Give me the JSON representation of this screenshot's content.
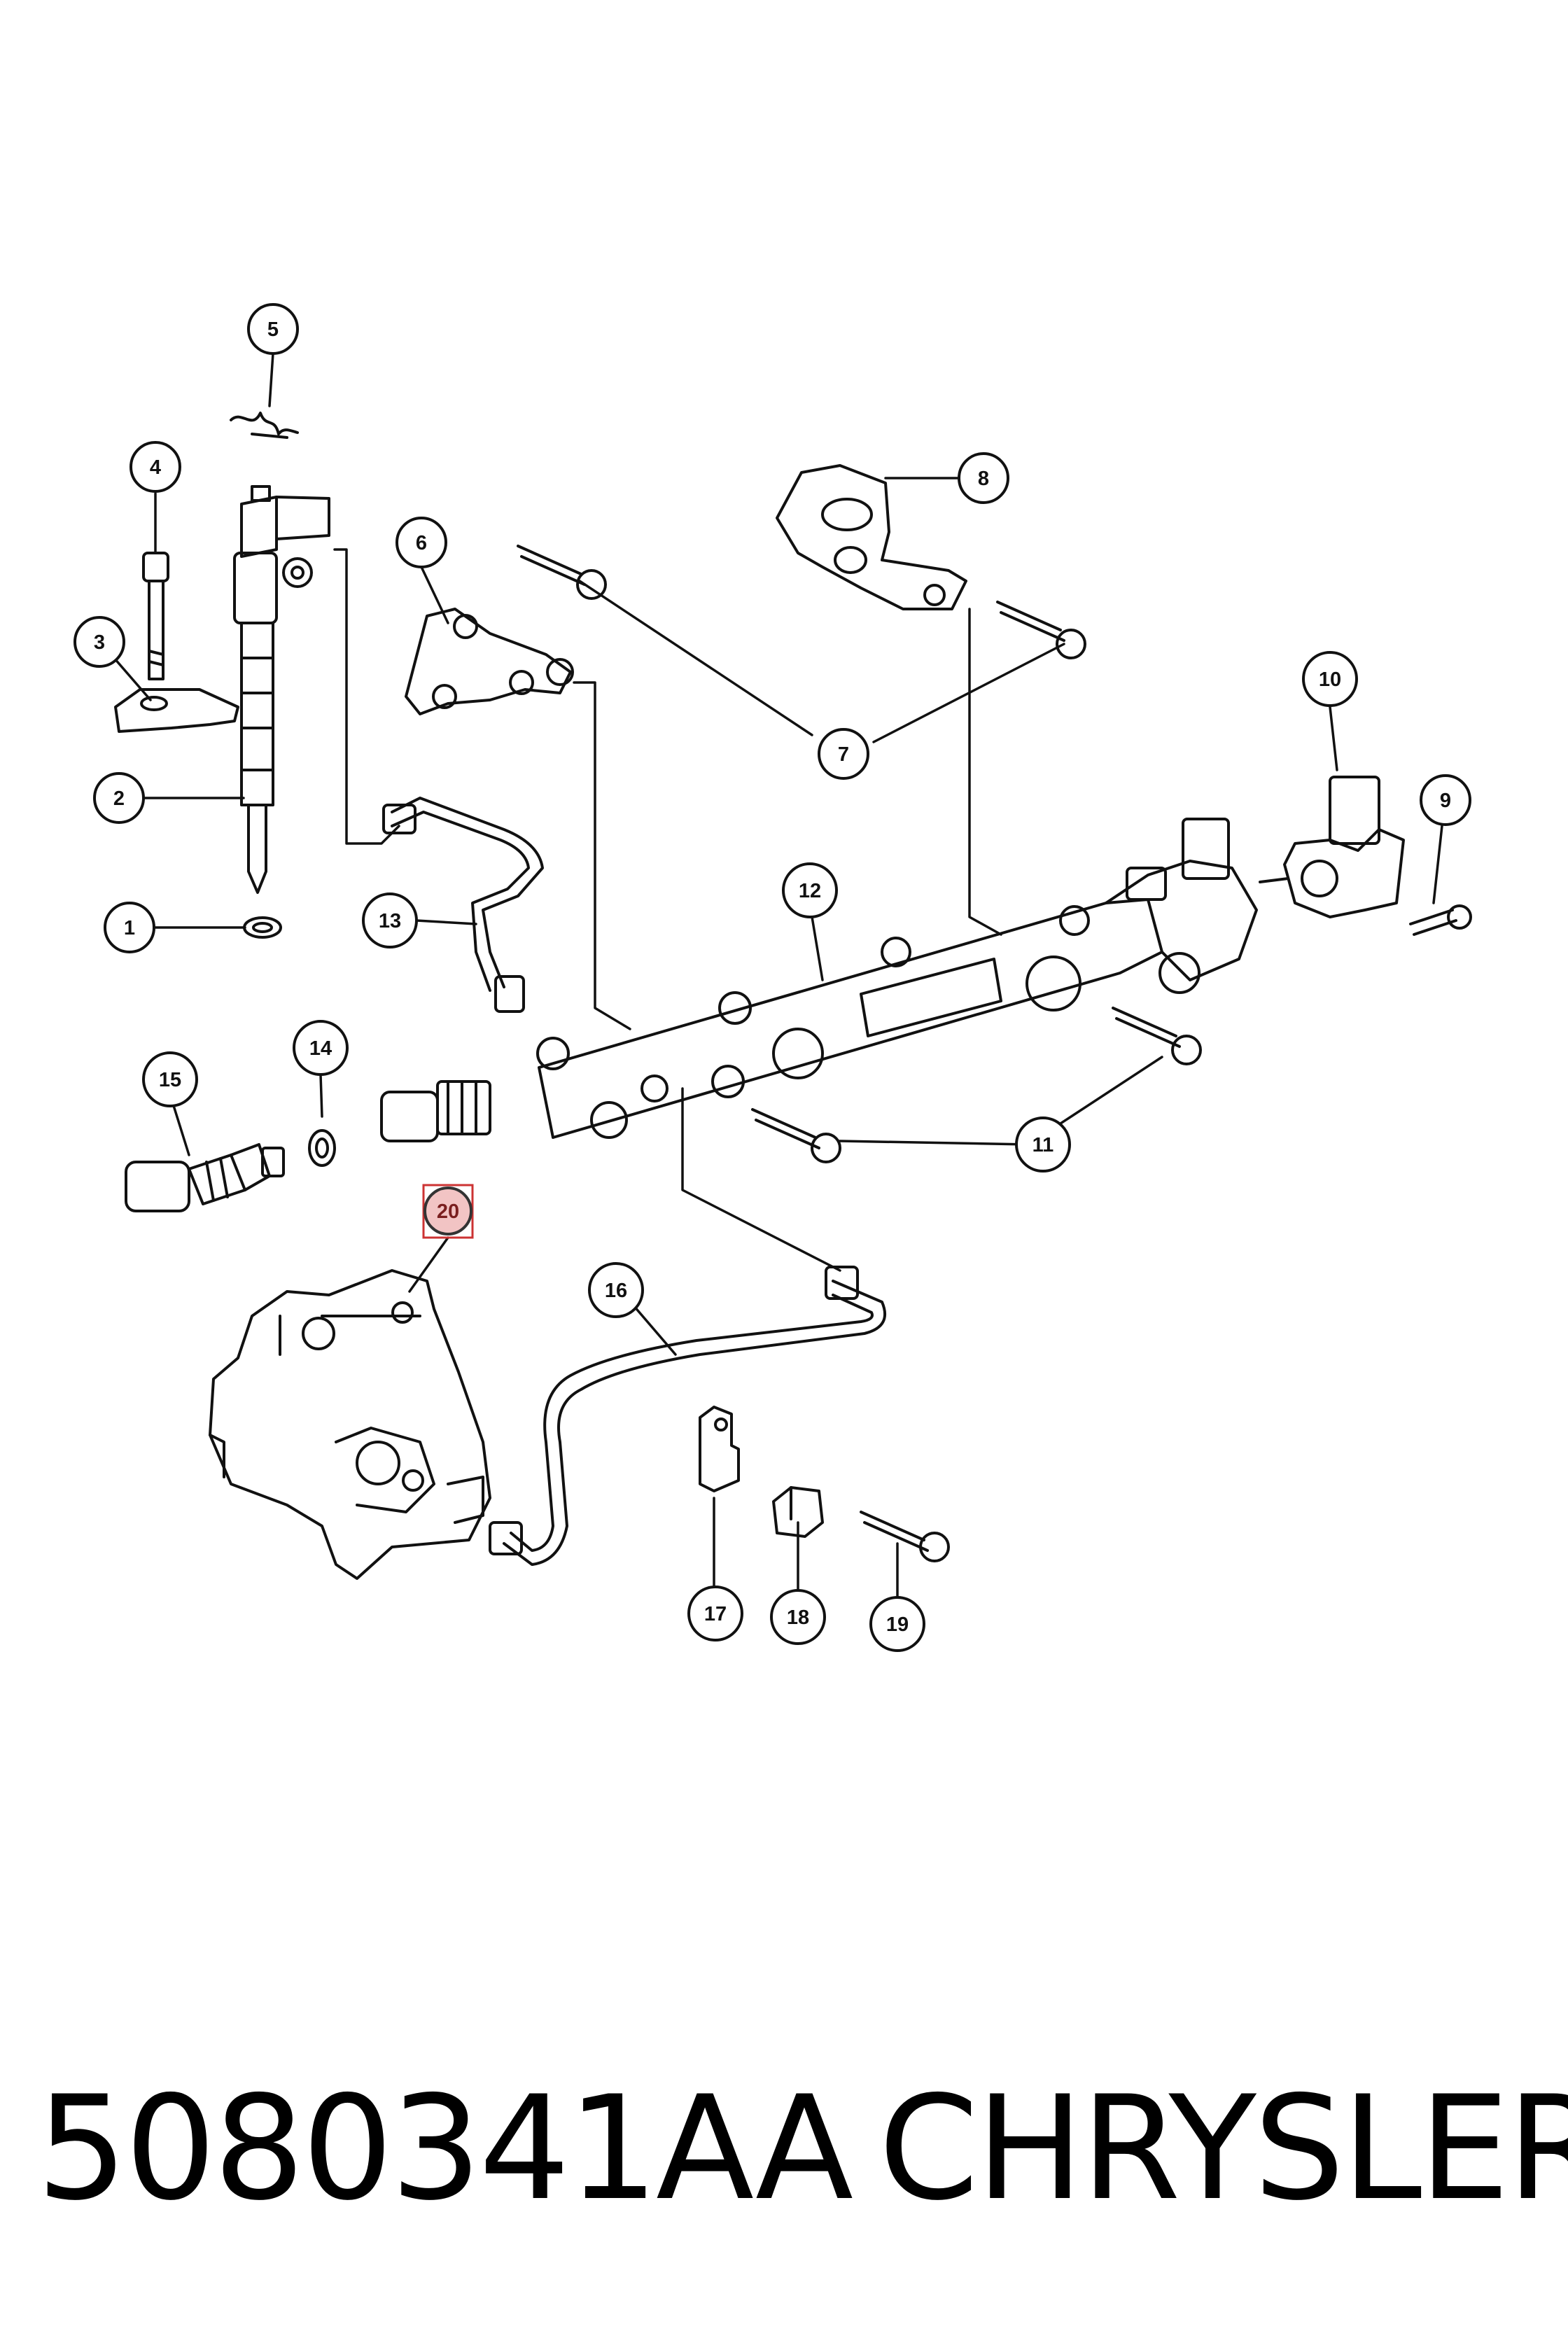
{
  "diagram": {
    "callouts": [
      "1",
      "2",
      "3",
      "4",
      "5",
      "6",
      "7",
      "8",
      "9",
      "10",
      "11",
      "12",
      "13",
      "14",
      "15",
      "16",
      "17",
      "18",
      "19",
      "20"
    ],
    "highlighted_callout": "20",
    "highlight_color": "#cc3333"
  },
  "footer": {
    "part_number": "5080341AA",
    "brand": "CHRYSLER"
  }
}
